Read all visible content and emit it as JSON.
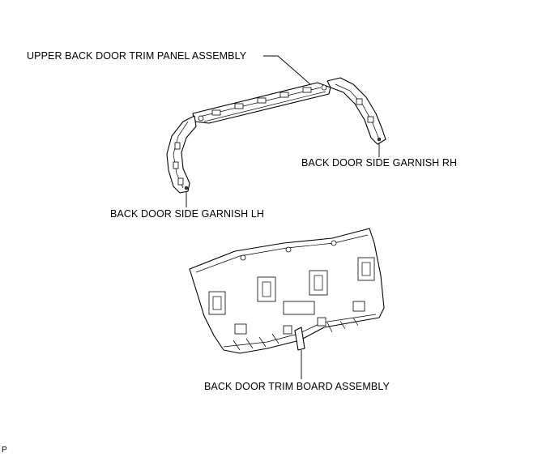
{
  "labels": {
    "upper_panel": "UPPER BACK DOOR TRIM PANEL ASSEMBLY",
    "garnish_rh": "BACK DOOR SIDE GARNISH RH",
    "garnish_lh": "BACK DOOR SIDE GARNISH LH",
    "trim_board": "BACK DOOR TRIM BOARD ASSEMBLY",
    "figure_code": "P"
  }
}
